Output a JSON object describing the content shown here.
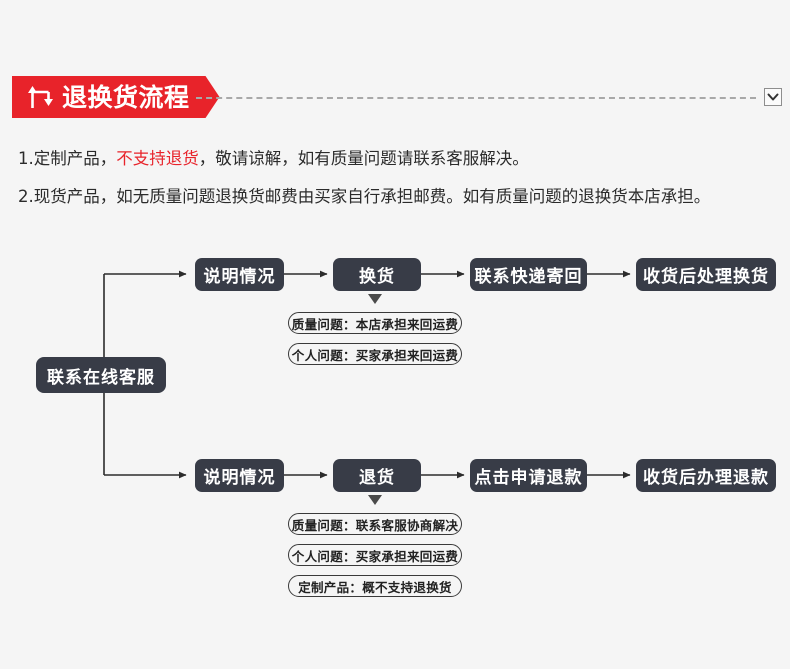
{
  "header": {
    "title": "退换货流程",
    "icon": "exchange-arrows-icon",
    "collapse_icon": "chevron-down-icon",
    "accent_color": "#e8232a",
    "divider_style": "dashed"
  },
  "policy": {
    "lines": [
      {
        "prefix": "1.定制产品，",
        "highlight": "不支持退货",
        "suffix": "，敬请谅解，如有质量问题请联系客服解决。"
      },
      {
        "prefix": "2.现货产品，如无质量问题退换货邮费由买家自行承担邮费。如有质量问题的退换货本店承担。",
        "highlight": "",
        "suffix": ""
      }
    ]
  },
  "flow": {
    "node_color": "#383c47",
    "root": {
      "label": "联系在线客服"
    },
    "exchange_branch": {
      "steps": [
        {
          "label": "说明情况"
        },
        {
          "label": "换货"
        },
        {
          "label": "联系快递寄回"
        },
        {
          "label": "收货后处理换货"
        }
      ],
      "notes": [
        {
          "label": "质量问题：本店承担来回运费"
        },
        {
          "label": "个人问题：买家承担来回运费"
        }
      ]
    },
    "return_branch": {
      "steps": [
        {
          "label": "说明情况"
        },
        {
          "label": "退货"
        },
        {
          "label": "点击申请退款"
        },
        {
          "label": "收货后办理退款"
        }
      ],
      "notes": [
        {
          "label": "质量问题：联系客服协商解决"
        },
        {
          "label": "个人问题：买家承担来回运费"
        },
        {
          "label": "定制产品：概不支持退换货"
        }
      ]
    }
  }
}
